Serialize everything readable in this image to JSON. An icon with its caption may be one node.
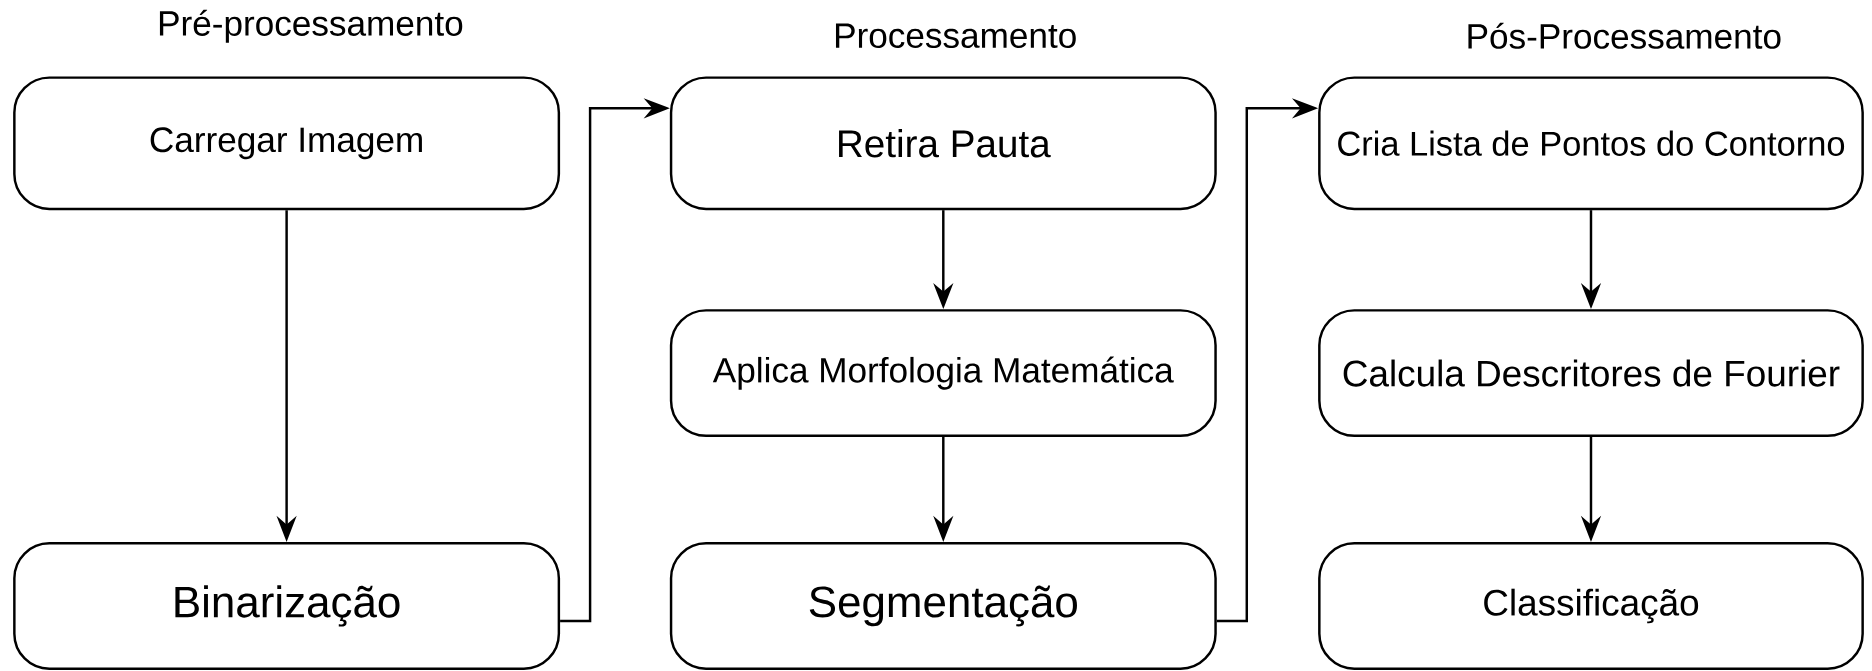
{
  "diagram": {
    "nodes": [
      {
        "text": [
          "Carregar Imagem"
        ]
      },
      {
        "text": [
          "Binarização"
        ]
      },
      {
        "text": [
          "Retira Pauta"
        ]
      },
      {
        "text": [
          "Aplica Morfologia Matemática"
        ]
      },
      {
        "text": [
          "Segmentação"
        ]
      },
      {
        "text": [
          "Cria Lista de Pontos do Contorno"
        ]
      },
      {
        "text": [
          "Calcula Descritores de Fourier"
        ]
      },
      {
        "text": [
          "Classificação"
        ]
      }
    ],
    "edges": [
      {
        "from": 0,
        "to": 1,
        "arrow": "to"
      },
      {
        "from": 1,
        "to": 2,
        "arrow": "to"
      },
      {
        "from": 2,
        "to": 3,
        "arrow": "to"
      },
      {
        "from": 3,
        "to": 4,
        "arrow": "to"
      },
      {
        "from": 4,
        "to": 5,
        "arrow": "to"
      },
      {
        "from": 5,
        "to": 6,
        "arrow": "to"
      },
      {
        "from": 6,
        "to": 7,
        "arrow": "to"
      }
    ],
    "labels": [
      "Pré-processamento",
      "Processamento",
      "Pós-Processamento"
    ]
  }
}
